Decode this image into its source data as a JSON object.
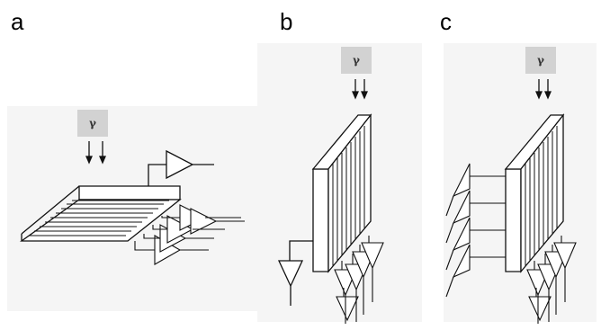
{
  "panels": [
    {
      "label": "a",
      "source_symbol": "γ"
    },
    {
      "label": "b",
      "source_symbol": "γ"
    },
    {
      "label": "c",
      "source_symbol": "γ"
    }
  ],
  "colors": {
    "background": "#f5f5f5",
    "source_box": "#d2d2d2",
    "stroke": "#111111"
  }
}
